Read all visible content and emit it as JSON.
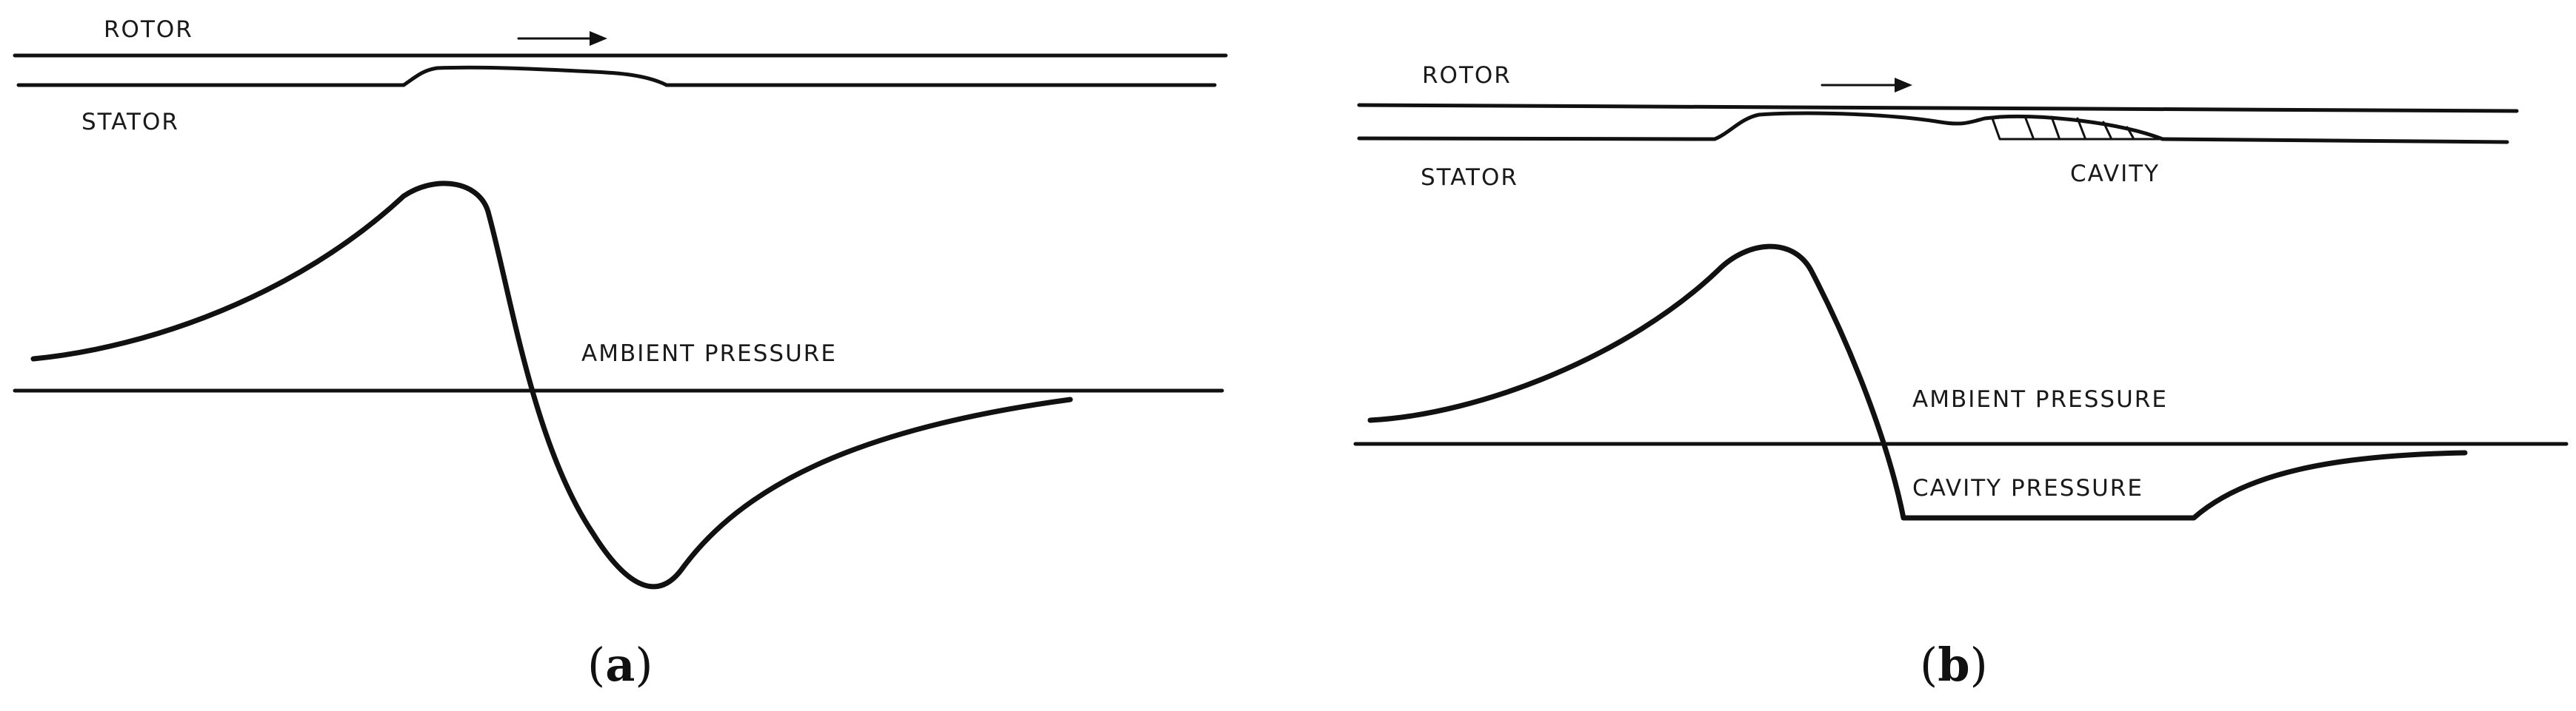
{
  "panel_a": {
    "rotor_label": "ROTOR",
    "stator_label": "STATOR",
    "ambient_label": "AMBIENT PRESSURE",
    "caption_open": "(",
    "caption_letter": "a",
    "caption_close": ")"
  },
  "panel_b": {
    "rotor_label": "ROTOR",
    "stator_label": "STATOR",
    "cavity_label": "CAVITY",
    "ambient_label": "AMBIENT PRESSURE",
    "cavity_pressure_label": "CAVITY PRESSURE",
    "caption_open": "(",
    "caption_letter": "b",
    "caption_close": ")"
  },
  "icons": {
    "direction_arrow": "arrow-right-icon"
  }
}
